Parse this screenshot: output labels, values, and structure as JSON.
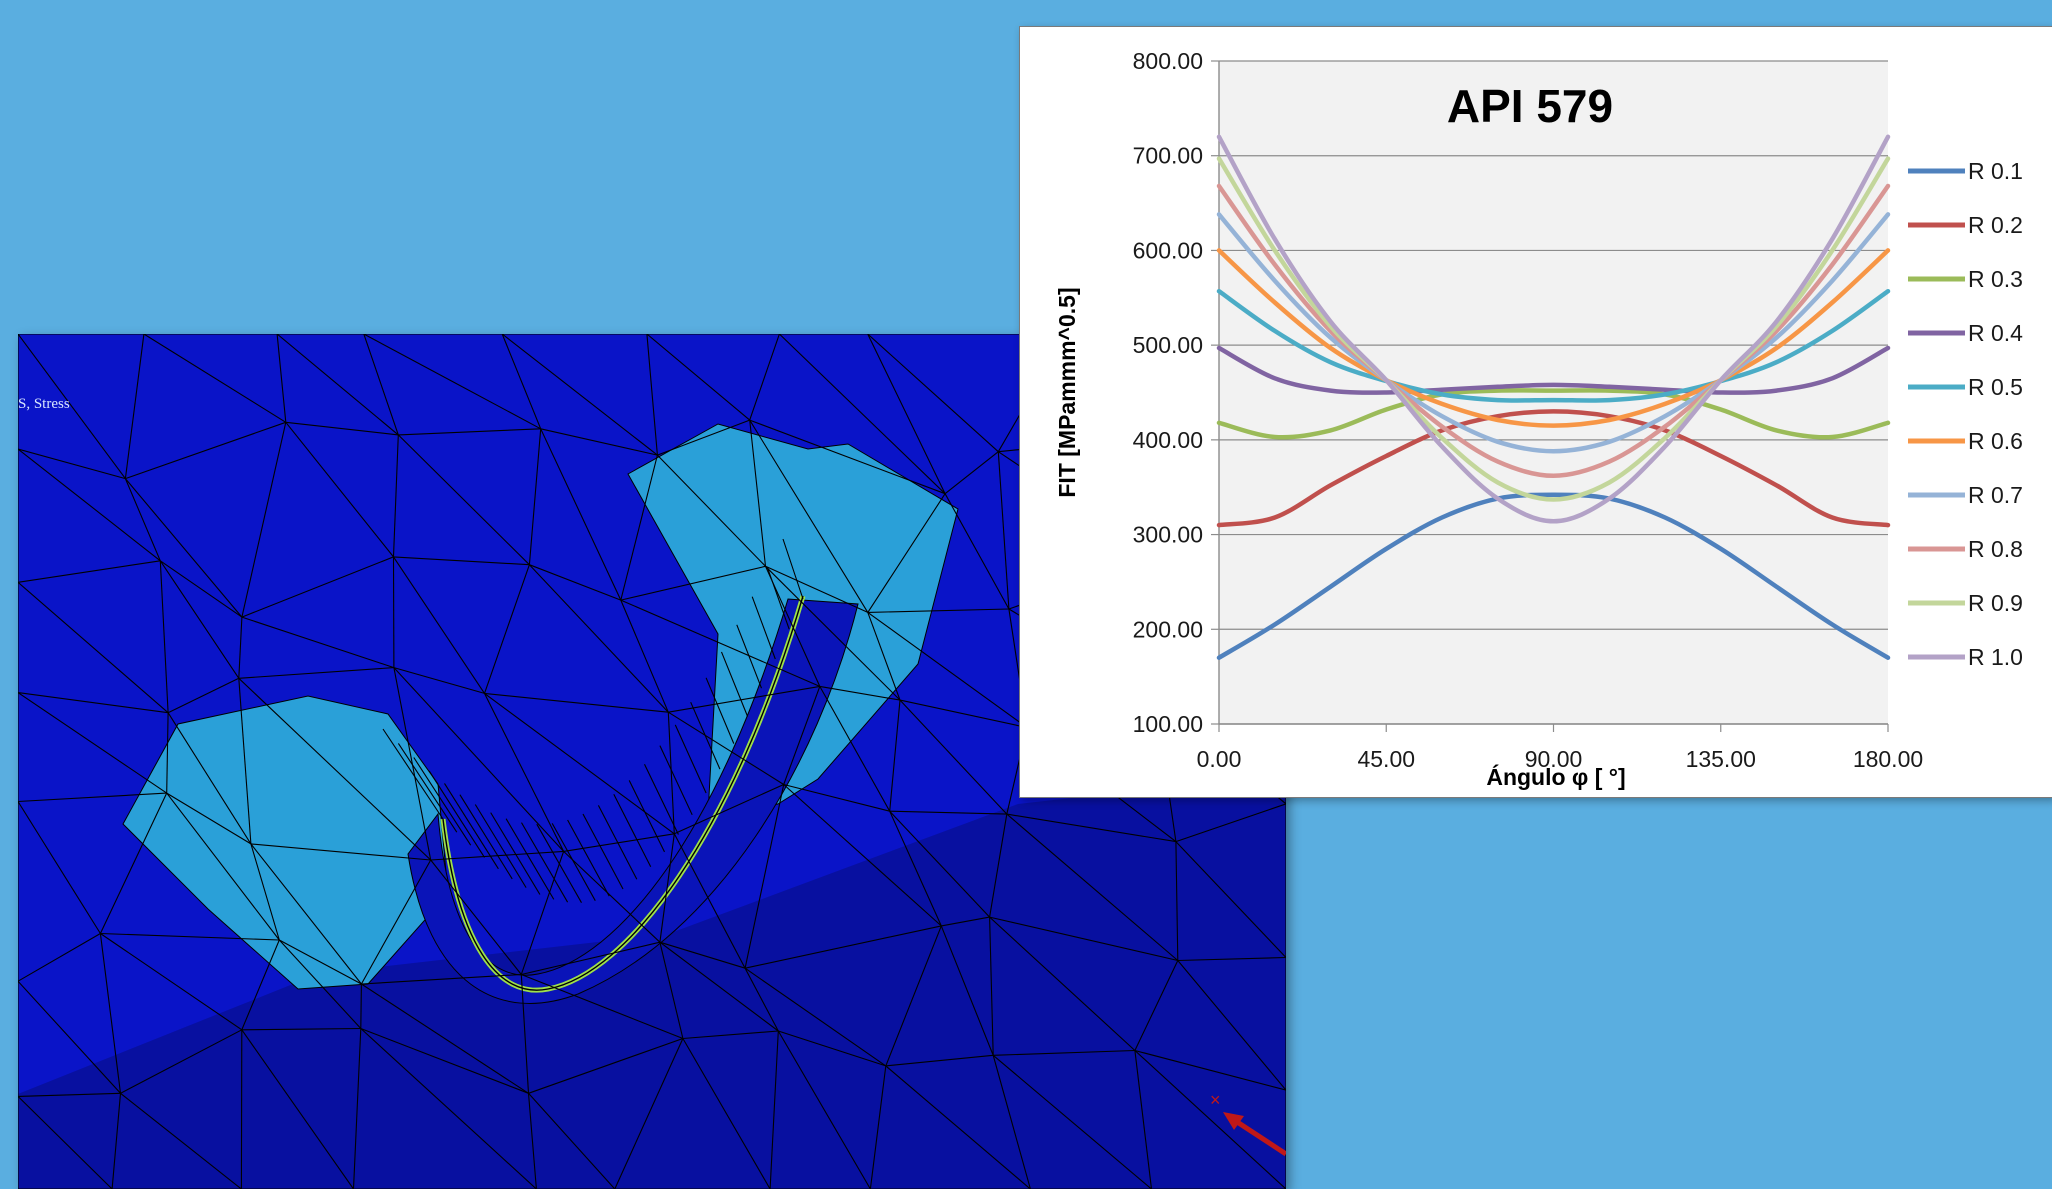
{
  "fea": {
    "stress_label": "S, Stress",
    "colors": {
      "background": "#0a14c8",
      "deep": "#0a10a8",
      "patch": "#2aa0d8",
      "mesh": "#000000",
      "crack_front": "#9ee04a",
      "highlight": "#30e0c0",
      "triad": "#c01818"
    }
  },
  "chart_data": {
    "type": "line",
    "title": "API 579",
    "xlabel": "Ángulo φ [  °]",
    "ylabel": "FIT [MPammm^0.5]",
    "xlim": [
      0,
      180
    ],
    "ylim": [
      100,
      800
    ],
    "xticks": [
      0,
      45,
      90,
      135,
      180
    ],
    "xtick_labels": [
      "0.00",
      "45.00",
      "90.00",
      "135.00",
      "180.00"
    ],
    "yticks": [
      100,
      200,
      300,
      400,
      500,
      600,
      700,
      800
    ],
    "ytick_labels": [
      "100.00",
      "200.00",
      "300.00",
      "400.00",
      "500.00",
      "600.00",
      "700.00",
      "800.00"
    ],
    "grid": "horizontal",
    "legend_position": "right",
    "plot_background": "#f2f2f2",
    "x": [
      0,
      15,
      30,
      45,
      60,
      75,
      90,
      105,
      120,
      135,
      150,
      165,
      180
    ],
    "series": [
      {
        "name": "R 0.1",
        "color": "#4f81bd",
        "values": [
          170,
          205,
          245,
          285,
          318,
          338,
          342,
          338,
          318,
          285,
          245,
          205,
          170
        ]
      },
      {
        "name": "R 0.2",
        "color": "#c0504d",
        "values": [
          310,
          318,
          352,
          383,
          410,
          425,
          430,
          425,
          410,
          383,
          352,
          318,
          310
        ]
      },
      {
        "name": "R 0.3",
        "color": "#9bbb59",
        "values": [
          418,
          403,
          410,
          432,
          448,
          452,
          452,
          452,
          448,
          432,
          410,
          403,
          418
        ]
      },
      {
        "name": "R 0.4",
        "color": "#8064a2",
        "values": [
          497,
          465,
          452,
          450,
          453,
          456,
          458,
          456,
          453,
          450,
          452,
          465,
          497
        ]
      },
      {
        "name": "R 0.5",
        "color": "#4bacc6",
        "values": [
          557,
          515,
          482,
          462,
          448,
          442,
          442,
          442,
          448,
          462,
          482,
          515,
          557
        ]
      },
      {
        "name": "R 0.6",
        "color": "#f79646",
        "values": [
          600,
          545,
          497,
          463,
          438,
          421,
          415,
          421,
          438,
          463,
          497,
          545,
          600
        ]
      },
      {
        "name": "R 0.7",
        "color": "#95b3d7",
        "values": [
          638,
          568,
          508,
          463,
          425,
          398,
          388,
          398,
          425,
          463,
          508,
          568,
          638
        ]
      },
      {
        "name": "R 0.8",
        "color": "#d99694",
        "values": [
          668,
          585,
          515,
          463,
          414,
          377,
          362,
          377,
          414,
          463,
          515,
          585,
          668
        ]
      },
      {
        "name": "R 0.9",
        "color": "#c3d69b",
        "values": [
          697,
          600,
          520,
          463,
          402,
          355,
          337,
          355,
          402,
          463,
          520,
          600,
          697
        ]
      },
      {
        "name": "R 1.0",
        "color": "#b3a2c7",
        "values": [
          720,
          612,
          525,
          463,
          393,
          338,
          314,
          338,
          393,
          463,
          525,
          612,
          720
        ]
      }
    ]
  }
}
